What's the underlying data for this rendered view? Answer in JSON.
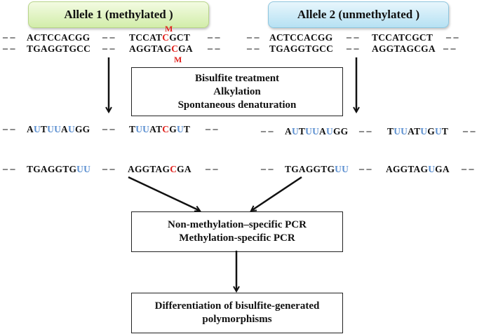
{
  "headers": {
    "allele1": "Allele 1 (methylated )",
    "allele2": "Allele 2 (unmethylated )"
  },
  "methyl_mark": "M",
  "dash": "– –",
  "colors": {
    "methylated_c": "#e0201b",
    "uracil": "#5b8fd0",
    "allele1_bg": "#d2edaa",
    "allele2_bg": "#b6e1f3"
  },
  "allele1": {
    "top_left": "ACTCCACGG",
    "top_right": "TCCATCGCT",
    "bottom_left": "TGAGGTGCC",
    "bottom_right": "AGGTAGCGA",
    "conv_top_left": "AUTUUAUGG",
    "conv_top_right": "TUUATCGUT",
    "conv_bottom_left": "TGAGGTGUU",
    "conv_bottom_right": "AGGTAGCGA"
  },
  "allele2": {
    "top_left": "ACTCCACGG",
    "top_right": "TCCATCGCT",
    "bottom_left": "TGAGGTGCC",
    "bottom_right": "AGGTAGCGA",
    "conv_top_left": "AUTUUAUGG",
    "conv_top_right": "TUUATUGUT",
    "conv_bottom_left": "TGAGGTGUU",
    "conv_bottom_right": "AGGTAGUGA"
  },
  "boxes": {
    "treatment": [
      "Bisulfite treatment",
      "Alkylation",
      "Spontaneous denaturation"
    ],
    "pcr": [
      "Non-methylation–specific PCR",
      "Methylation-specific PCR"
    ],
    "differentiation": [
      "Differentiation of bisulfite-generated",
      "polymorphisms"
    ]
  }
}
